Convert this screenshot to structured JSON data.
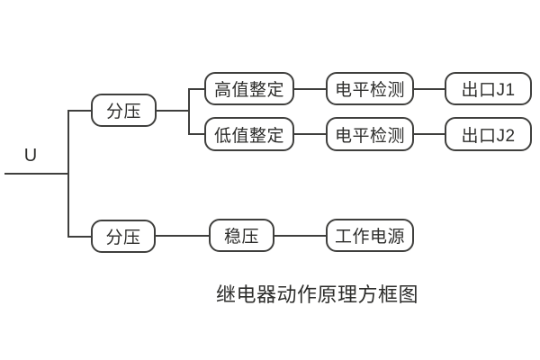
{
  "diagram": {
    "input_label": "U",
    "caption": "继电器动作原理方框图",
    "nodes": {
      "divider_top": {
        "label": "分压"
      },
      "high_set": {
        "label": "高值整定"
      },
      "level_detect_1": {
        "label": "电平检测"
      },
      "output_j1": {
        "label": "出口J1"
      },
      "low_set": {
        "label": "低值整定"
      },
      "level_detect_2": {
        "label": "电平检测"
      },
      "output_j2": {
        "label": "出口J2"
      },
      "divider_bottom": {
        "label": "分压"
      },
      "regulator": {
        "label": "稳压"
      },
      "power": {
        "label": "工作电源"
      }
    },
    "colors": {
      "line": "#3f3f3d",
      "text": "#2d2d2b",
      "background": "#ffffff"
    }
  }
}
